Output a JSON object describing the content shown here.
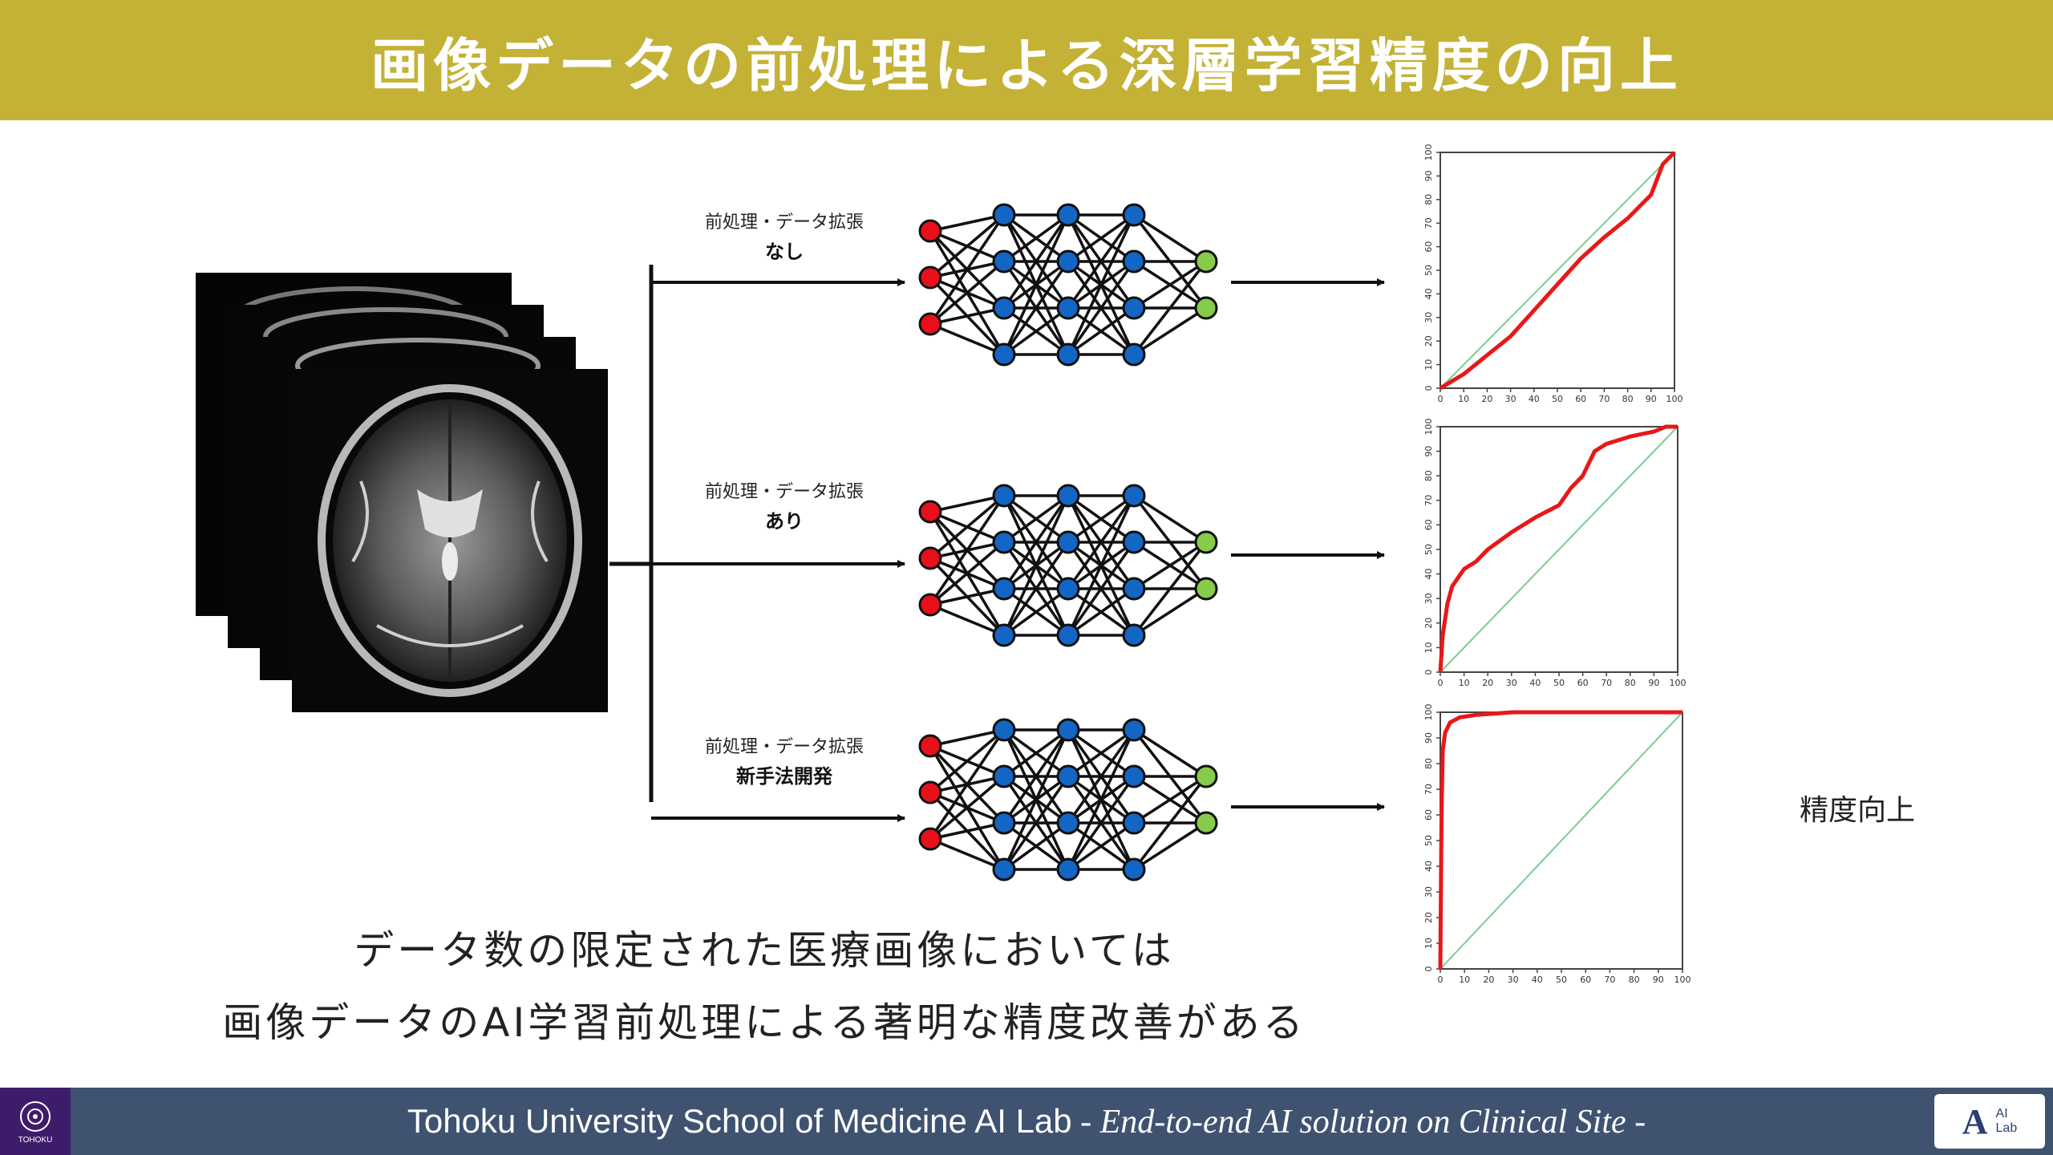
{
  "header": {
    "title": "画像データの前処理による深層学習精度の向上"
  },
  "branches": [
    {
      "label_top": "前処理・データ拡張",
      "label_bottom": "なし"
    },
    {
      "label_top": "前処理・データ拡張",
      "label_bottom": "あり"
    },
    {
      "label_top": "前処理・データ拡張",
      "label_bottom": "新手法開発"
    }
  ],
  "result_label": "精度向上",
  "conclusion": {
    "line1": "データ数の限定された医療画像においては",
    "line2": "画像データのAI学習前処理による著明な精度改善がある"
  },
  "footer": {
    "main": "Tohoku University School of Medicine AI Lab",
    "sub": " - End-to-end AI solution on Clinical Site -",
    "logo_left_text": "TOHOKU",
    "logo_right_a": "A",
    "logo_right_line1": "AI",
    "logo_right_line2": "Lab"
  },
  "colors": {
    "header_bg": "#c4b236",
    "footer_bg": "#3f5270",
    "input_node": "#e8101a",
    "hidden_node": "#1466c4",
    "output_node": "#86cc4a",
    "curve": "#e81818",
    "diagonal": "#7ccc90"
  },
  "chart_data": [
    {
      "type": "line",
      "x_ticks": [
        "0",
        "10",
        "20",
        "30",
        "40",
        "50",
        "60",
        "70",
        "80",
        "90",
        "100"
      ],
      "y_ticks": [
        "0",
        "10",
        "20",
        "30",
        "40",
        "50",
        "60",
        "70",
        "80",
        "90",
        "100"
      ],
      "xlim": [
        0,
        100
      ],
      "ylim": [
        0,
        100
      ],
      "series": [
        {
          "x": [
            0,
            5,
            10,
            20,
            30,
            40,
            50,
            60,
            70,
            80,
            90,
            95,
            100
          ],
          "y": [
            0,
            3,
            6,
            14,
            22,
            33,
            44,
            55,
            64,
            72,
            82,
            95,
            100
          ]
        }
      ]
    },
    {
      "type": "line",
      "x_ticks": [
        "0",
        "10",
        "20",
        "30",
        "40",
        "50",
        "60",
        "70",
        "80",
        "90",
        "100"
      ],
      "y_ticks": [
        "0",
        "10",
        "20",
        "30",
        "40",
        "50",
        "60",
        "70",
        "80",
        "90",
        "100"
      ],
      "xlim": [
        0,
        100
      ],
      "ylim": [
        0,
        100
      ],
      "series": [
        {
          "x": [
            0,
            1,
            3,
            5,
            10,
            15,
            20,
            30,
            40,
            50,
            55,
            60,
            65,
            70,
            80,
            90,
            95,
            100
          ],
          "y": [
            0,
            15,
            28,
            35,
            42,
            45,
            50,
            57,
            63,
            68,
            75,
            80,
            90,
            93,
            96,
            98,
            100,
            100
          ]
        }
      ]
    },
    {
      "type": "line",
      "x_ticks": [
        "0",
        "10",
        "20",
        "30",
        "40",
        "50",
        "60",
        "70",
        "80",
        "90",
        "100"
      ],
      "y_ticks": [
        "0",
        "10",
        "20",
        "30",
        "40",
        "50",
        "60",
        "70",
        "80",
        "90",
        "100"
      ],
      "xlim": [
        0,
        100
      ],
      "ylim": [
        0,
        100
      ],
      "series": [
        {
          "x": [
            0,
            0.5,
            1,
            2,
            4,
            8,
            15,
            30,
            50,
            100
          ],
          "y": [
            0,
            60,
            85,
            92,
            96,
            98,
            99,
            100,
            100,
            100
          ]
        }
      ]
    }
  ]
}
